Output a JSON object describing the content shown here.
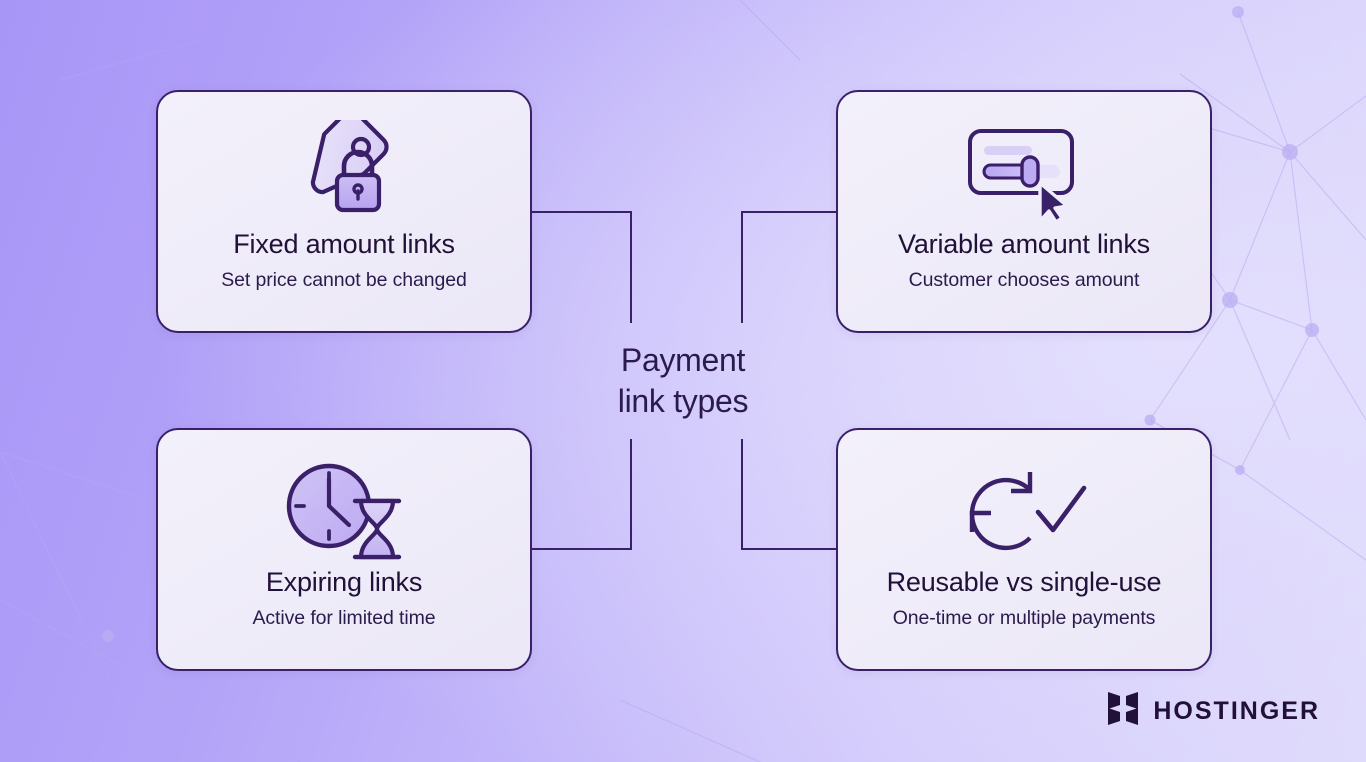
{
  "center": {
    "title": "Payment\nlink types"
  },
  "cards": [
    {
      "id": "fixed",
      "icon": "tag-lock-icon",
      "title": "Fixed amount links",
      "subtitle": "Set price cannot be changed"
    },
    {
      "id": "variable",
      "icon": "slider-cursor-icon",
      "title": "Variable amount links",
      "subtitle": "Customer chooses amount"
    },
    {
      "id": "expiring",
      "icon": "clock-hourglass-icon",
      "title": "Expiring links",
      "subtitle": "Active for limited time"
    },
    {
      "id": "reusable",
      "icon": "refresh-check-icon",
      "title": "Reusable vs single-use",
      "subtitle": "One-time or multiple payments"
    }
  ],
  "brand": {
    "name": "HOSTINGER",
    "logo_icon": "hostinger-h-logo"
  },
  "colors": {
    "background_start": "#a896f7",
    "background_end": "#dedafc",
    "card_fill": "#f0edfa",
    "card_border": "#3a2068",
    "ink": "#211038",
    "ink_soft": "#2b1b4d",
    "accent_light": "#c6b8f5",
    "accent_mid": "#a78ff0"
  }
}
